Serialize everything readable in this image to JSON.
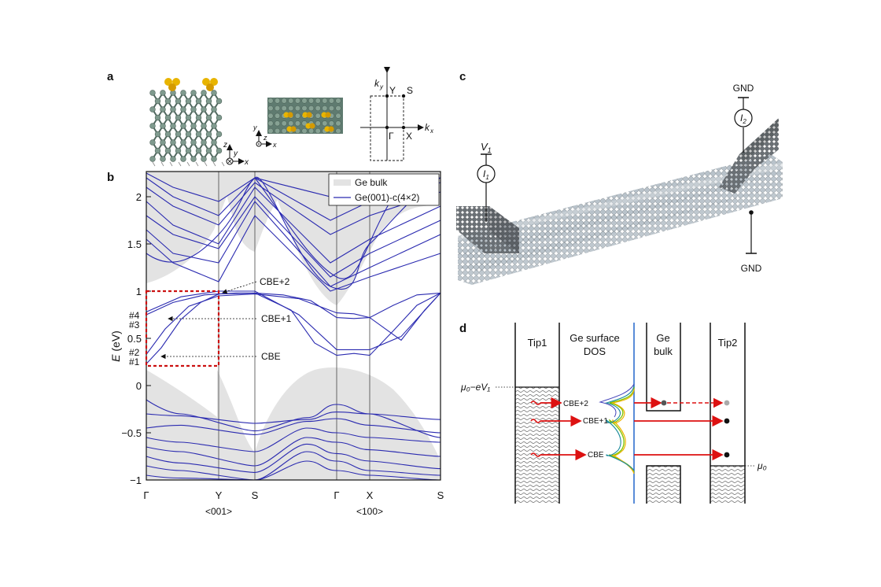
{
  "panels": {
    "a": "a",
    "b": "b",
    "c": "c",
    "d": "d"
  },
  "panel_a": {
    "axis_y": "y",
    "axis_z": "z",
    "axis_x": "x",
    "bz_ky": "k",
    "bz_ky_sub": "y",
    "bz_kx": "k",
    "bz_kx_sub": "x",
    "bz_Y": "Y",
    "bz_S": "S",
    "bz_Gamma": "Γ",
    "bz_X": "X"
  },
  "panel_b": {
    "legend": [
      "Ge bulk",
      "Ge(001)-c(4×2)"
    ],
    "ylabel_italic": "E",
    "ylabel_rest": " (eV)",
    "yticks": [
      "2",
      "1.5",
      "1",
      "0.5",
      "0",
      "−0.5",
      "−1"
    ],
    "state_labels": [
      "#4",
      "#3",
      "#2",
      "#1"
    ],
    "xticks": [
      "Γ",
      "Y",
      "S",
      "Γ",
      "X",
      "S"
    ],
    "direction_labels": [
      "<001>",
      "<100>"
    ],
    "annotations": [
      "CBE+2",
      "CBE+1",
      "CBE"
    ]
  },
  "panel_c": {
    "v1": "V",
    "v1_sub": "1",
    "i1": "I",
    "i1_sub": "1",
    "i2": "I",
    "i2_sub": "2",
    "gnd_top": "GND",
    "gnd_bottom": "GND"
  },
  "panel_d": {
    "tip1": "Tip1",
    "ge_surface": "Ge surface",
    "dos": "DOS",
    "ge": "Ge",
    "bulk": "bulk",
    "tip2": "Tip2",
    "mu0_ev1": "μ₀−eV₁",
    "mu0": "μ₀",
    "cbe2": "CBE+2",
    "cbe1": "CBE+1",
    "cbe": "CBE"
  },
  "colors": {
    "band_line": "#2a2ab0",
    "bulk_fill": "#e3e3e3",
    "highlight_box": "#cc1111",
    "arrow_red": "#dd1111",
    "ge_yellow": "#e8b400",
    "ge_green": "#6f8f80",
    "probe_gray": "#5d6266"
  }
}
